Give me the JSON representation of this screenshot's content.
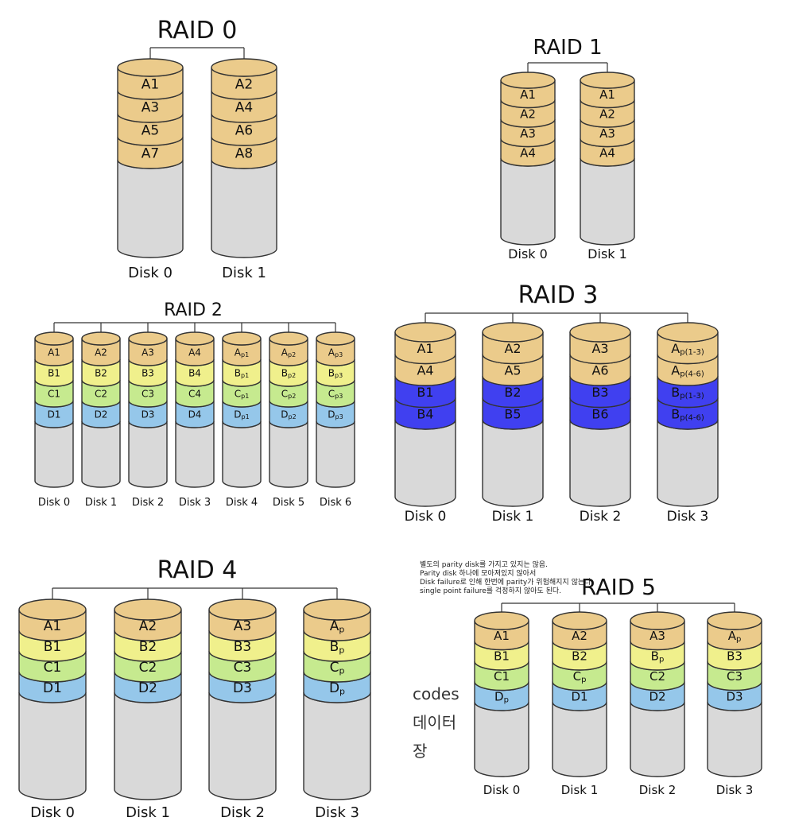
{
  "colors": {
    "tan": "#ebcb8b",
    "yellow": "#f0f08c",
    "green": "#c6ea8f",
    "blue": "#95c7ea",
    "purple": "#4040f0",
    "gray": "#d9d9d9",
    "stroke": "#333333"
  },
  "diagrams": [
    {
      "title": "RAID 0",
      "disks": [
        {
          "label": "Disk 0",
          "blocks": [
            {
              "text": "A1",
              "color": "tan"
            },
            {
              "text": "A3",
              "color": "tan"
            },
            {
              "text": "A5",
              "color": "tan"
            },
            {
              "text": "A7",
              "color": "tan"
            }
          ]
        },
        {
          "label": "Disk 1",
          "blocks": [
            {
              "text": "A2",
              "color": "tan"
            },
            {
              "text": "A4",
              "color": "tan"
            },
            {
              "text": "A6",
              "color": "tan"
            },
            {
              "text": "A8",
              "color": "tan"
            }
          ]
        }
      ]
    },
    {
      "title": "RAID 1",
      "disks": [
        {
          "label": "Disk 0",
          "blocks": [
            {
              "text": "A1",
              "color": "tan"
            },
            {
              "text": "A2",
              "color": "tan"
            },
            {
              "text": "A3",
              "color": "tan"
            },
            {
              "text": "A4",
              "color": "tan"
            }
          ]
        },
        {
          "label": "Disk 1",
          "blocks": [
            {
              "text": "A1",
              "color": "tan"
            },
            {
              "text": "A2",
              "color": "tan"
            },
            {
              "text": "A3",
              "color": "tan"
            },
            {
              "text": "A4",
              "color": "tan"
            }
          ]
        }
      ]
    },
    {
      "title": "RAID 2",
      "disks": [
        {
          "label": "Disk 0",
          "blocks": [
            {
              "text": "A1",
              "color": "tan"
            },
            {
              "text": "B1",
              "color": "yellow"
            },
            {
              "text": "C1",
              "color": "green"
            },
            {
              "text": "D1",
              "color": "blue"
            }
          ]
        },
        {
          "label": "Disk 1",
          "blocks": [
            {
              "text": "A2",
              "color": "tan"
            },
            {
              "text": "B2",
              "color": "yellow"
            },
            {
              "text": "C2",
              "color": "green"
            },
            {
              "text": "D2",
              "color": "blue"
            }
          ]
        },
        {
          "label": "Disk 2",
          "blocks": [
            {
              "text": "A3",
              "color": "tan"
            },
            {
              "text": "B3",
              "color": "yellow"
            },
            {
              "text": "C3",
              "color": "green"
            },
            {
              "text": "D3",
              "color": "blue"
            }
          ]
        },
        {
          "label": "Disk 3",
          "blocks": [
            {
              "text": "A4",
              "color": "tan"
            },
            {
              "text": "B4",
              "color": "yellow"
            },
            {
              "text": "C4",
              "color": "green"
            },
            {
              "text": "D4",
              "color": "blue"
            }
          ]
        },
        {
          "label": "Disk 4",
          "blocks": [
            {
              "text": "A",
              "sub": "p1",
              "color": "tan"
            },
            {
              "text": "B",
              "sub": "p1",
              "color": "yellow"
            },
            {
              "text": "C",
              "sub": "p1",
              "color": "green"
            },
            {
              "text": "D",
              "sub": "p1",
              "color": "blue"
            }
          ]
        },
        {
          "label": "Disk 5",
          "blocks": [
            {
              "text": "A",
              "sub": "p2",
              "color": "tan"
            },
            {
              "text": "B",
              "sub": "p2",
              "color": "yellow"
            },
            {
              "text": "C",
              "sub": "p2",
              "color": "green"
            },
            {
              "text": "D",
              "sub": "p2",
              "color": "blue"
            }
          ]
        },
        {
          "label": "Disk 6",
          "blocks": [
            {
              "text": "A",
              "sub": "p3",
              "color": "tan"
            },
            {
              "text": "B",
              "sub": "p3",
              "color": "yellow"
            },
            {
              "text": "C",
              "sub": "p3",
              "color": "green"
            },
            {
              "text": "D",
              "sub": "p3",
              "color": "blue"
            }
          ]
        }
      ]
    },
    {
      "title": "RAID 3",
      "disks": [
        {
          "label": "Disk 0",
          "blocks": [
            {
              "text": "A1",
              "color": "tan"
            },
            {
              "text": "A4",
              "color": "tan"
            },
            {
              "text": "B1",
              "color": "purple"
            },
            {
              "text": "B4",
              "color": "purple"
            }
          ]
        },
        {
          "label": "Disk 1",
          "blocks": [
            {
              "text": "A2",
              "color": "tan"
            },
            {
              "text": "A5",
              "color": "tan"
            },
            {
              "text": "B2",
              "color": "purple"
            },
            {
              "text": "B5",
              "color": "purple"
            }
          ]
        },
        {
          "label": "Disk 2",
          "blocks": [
            {
              "text": "A3",
              "color": "tan"
            },
            {
              "text": "A6",
              "color": "tan"
            },
            {
              "text": "B3",
              "color": "purple"
            },
            {
              "text": "B6",
              "color": "purple"
            }
          ]
        },
        {
          "label": "Disk 3",
          "blocks": [
            {
              "text": "A",
              "sub": "p(1-3)",
              "color": "tan"
            },
            {
              "text": "A",
              "sub": "p(4-6)",
              "color": "tan"
            },
            {
              "text": "B",
              "sub": "p(1-3)",
              "color": "purple"
            },
            {
              "text": "B",
              "sub": "p(4-6)",
              "color": "purple"
            }
          ]
        }
      ]
    },
    {
      "title": "RAID 4",
      "disks": [
        {
          "label": "Disk 0",
          "blocks": [
            {
              "text": "A1",
              "color": "tan"
            },
            {
              "text": "B1",
              "color": "yellow"
            },
            {
              "text": "C1",
              "color": "green"
            },
            {
              "text": "D1",
              "color": "blue"
            }
          ]
        },
        {
          "label": "Disk 1",
          "blocks": [
            {
              "text": "A2",
              "color": "tan"
            },
            {
              "text": "B2",
              "color": "yellow"
            },
            {
              "text": "C2",
              "color": "green"
            },
            {
              "text": "D2",
              "color": "blue"
            }
          ]
        },
        {
          "label": "Disk 2",
          "blocks": [
            {
              "text": "A3",
              "color": "tan"
            },
            {
              "text": "B3",
              "color": "yellow"
            },
            {
              "text": "C3",
              "color": "green"
            },
            {
              "text": "D3",
              "color": "blue"
            }
          ]
        },
        {
          "label": "Disk 3",
          "blocks": [
            {
              "text": "A",
              "sub": "p",
              "color": "tan"
            },
            {
              "text": "B",
              "sub": "p",
              "color": "yellow"
            },
            {
              "text": "C",
              "sub": "p",
              "color": "green"
            },
            {
              "text": "D",
              "sub": "p",
              "color": "blue"
            }
          ]
        }
      ]
    },
    {
      "title": "RAID 5",
      "disks": [
        {
          "label": "Disk 0",
          "blocks": [
            {
              "text": "A1",
              "color": "tan"
            },
            {
              "text": "B1",
              "color": "yellow"
            },
            {
              "text": "C1",
              "color": "green"
            },
            {
              "text": "D",
              "sub": "p",
              "color": "blue"
            }
          ]
        },
        {
          "label": "Disk 1",
          "blocks": [
            {
              "text": "A2",
              "color": "tan"
            },
            {
              "text": "B2",
              "color": "yellow"
            },
            {
              "text": "C",
              "sub": "p",
              "color": "green"
            },
            {
              "text": "D1",
              "color": "blue"
            }
          ]
        },
        {
          "label": "Disk 2",
          "blocks": [
            {
              "text": "A3",
              "color": "tan"
            },
            {
              "text": "B",
              "sub": "p",
              "color": "yellow"
            },
            {
              "text": "C2",
              "color": "green"
            },
            {
              "text": "D2",
              "color": "blue"
            }
          ]
        },
        {
          "label": "Disk 3",
          "blocks": [
            {
              "text": "A",
              "sub": "p",
              "color": "tan"
            },
            {
              "text": "B3",
              "color": "yellow"
            },
            {
              "text": "C3",
              "color": "green"
            },
            {
              "text": "D3",
              "color": "blue"
            }
          ]
        }
      ]
    }
  ],
  "side_note": [
    "별도의 parity disk를 가지고 있지는 않음.",
    "Parity disk 하나에 모아져있지 않아서",
    "Disk failure로 인해 한번에 parity가 위험해지지 않는다.",
    "single point failure를 걱정하지 않아도 된다."
  ],
  "cut_words": [
    "codes",
    "데이터",
    "장"
  ]
}
